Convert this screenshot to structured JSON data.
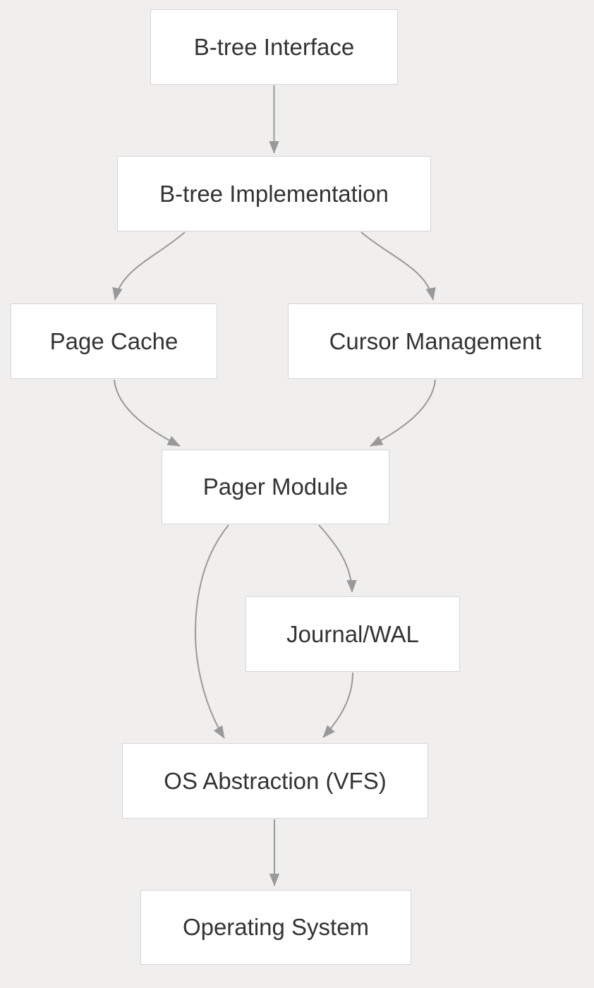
{
  "diagram": {
    "type": "flowchart",
    "direction": "top-down",
    "nodes": [
      {
        "id": "btree-interface",
        "label": "B-tree Interface"
      },
      {
        "id": "btree-implementation",
        "label": "B-tree Implementation"
      },
      {
        "id": "page-cache",
        "label": "Page Cache"
      },
      {
        "id": "cursor-management",
        "label": "Cursor Management"
      },
      {
        "id": "pager-module",
        "label": "Pager Module"
      },
      {
        "id": "journal-wal",
        "label": "Journal/WAL"
      },
      {
        "id": "os-abstraction",
        "label": "OS Abstraction (VFS)"
      },
      {
        "id": "operating-system",
        "label": "Operating System"
      }
    ],
    "edges": [
      {
        "from": "btree-interface",
        "to": "btree-implementation"
      },
      {
        "from": "btree-implementation",
        "to": "page-cache"
      },
      {
        "from": "btree-implementation",
        "to": "cursor-management"
      },
      {
        "from": "page-cache",
        "to": "pager-module"
      },
      {
        "from": "cursor-management",
        "to": "pager-module"
      },
      {
        "from": "pager-module",
        "to": "os-abstraction"
      },
      {
        "from": "pager-module",
        "to": "journal-wal"
      },
      {
        "from": "journal-wal",
        "to": "os-abstraction"
      },
      {
        "from": "os-abstraction",
        "to": "operating-system"
      }
    ]
  },
  "colors": {
    "bg": "#f0efed",
    "node-fill": "#ffffff",
    "node-border": "#d6d6d6",
    "edge": "#999999",
    "text": "#333333"
  }
}
